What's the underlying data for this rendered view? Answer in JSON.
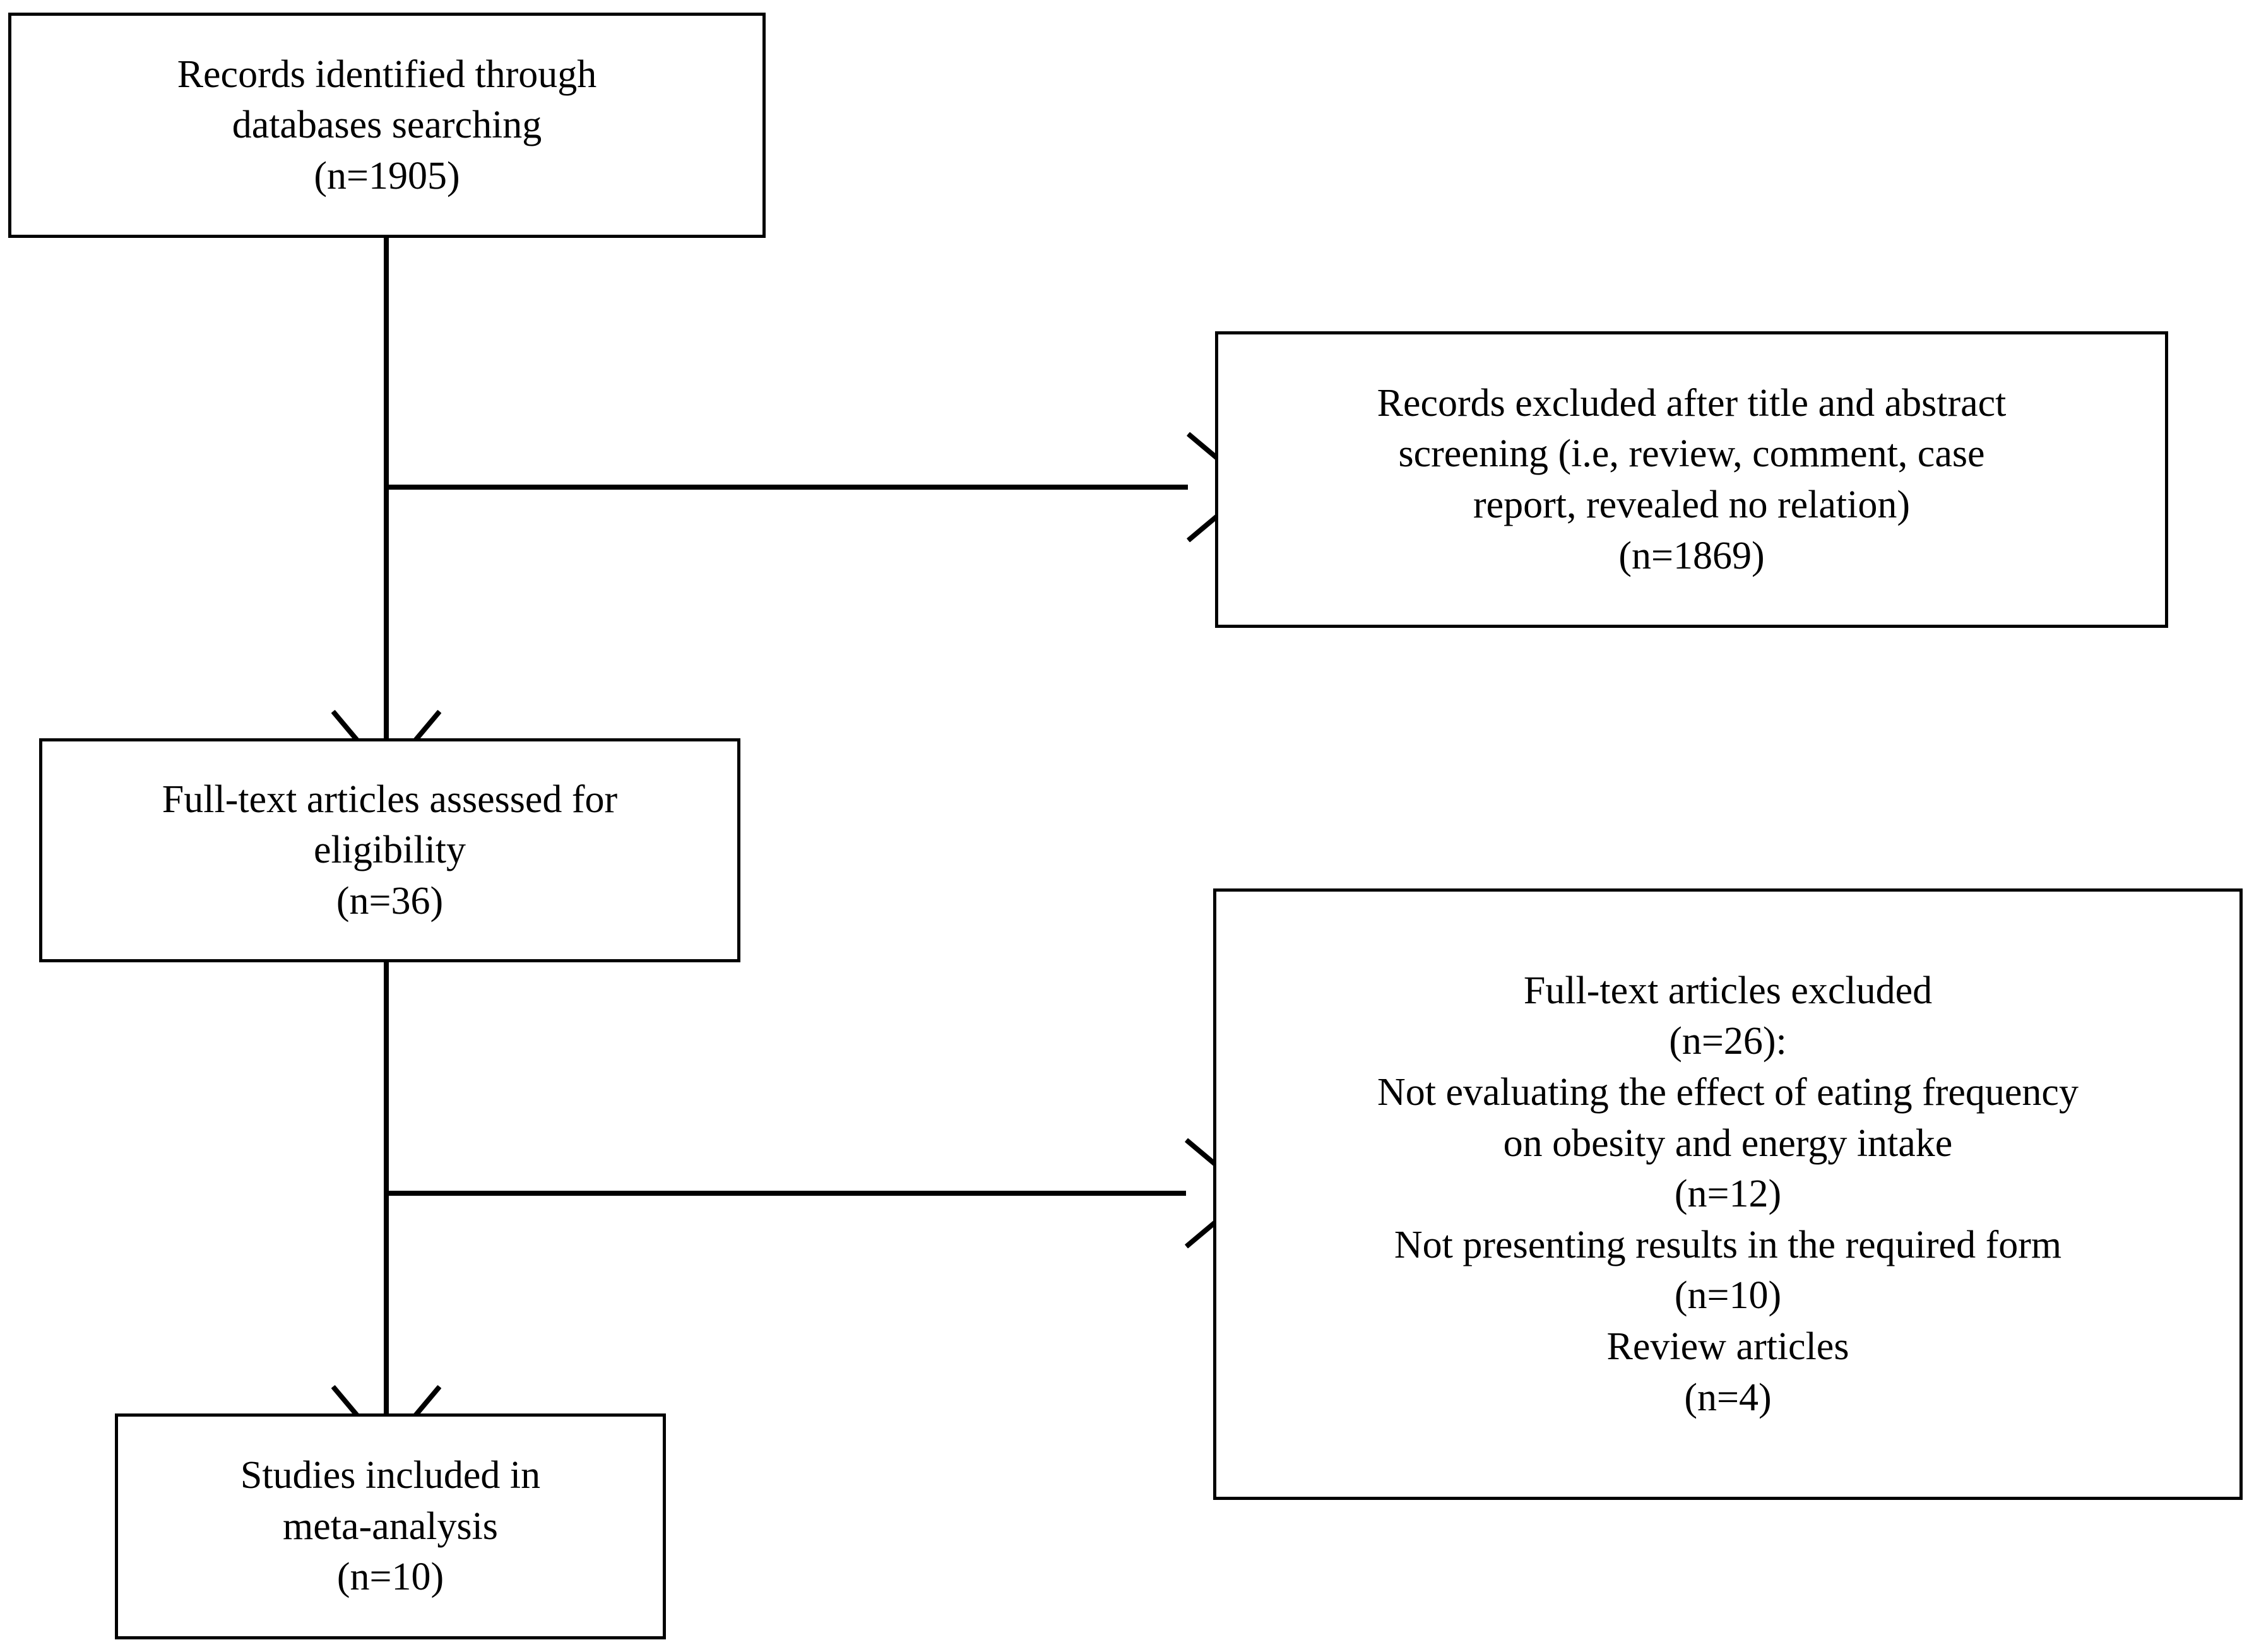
{
  "diagram": {
    "type": "prisma-flow-diagram",
    "title": "PRISMA study selection flow diagram",
    "line_color": "#000000",
    "box_fill": "#ffffff",
    "nodes": [
      {
        "id": "identified",
        "lines": [
          "Records identified through",
          "databases searching",
          "(n=1905)"
        ]
      },
      {
        "id": "excluded_title_abstract",
        "lines": [
          "Records excluded after title and abstract",
          "screening (i.e, review, comment, case",
          "report, revealed no relation)",
          "(n=1869)"
        ]
      },
      {
        "id": "fulltext_assessed",
        "lines": [
          "Full-text articles assessed for",
          "eligibility",
          "(n=36)"
        ]
      },
      {
        "id": "excluded_fulltext",
        "lines": [
          "Full-text articles excluded",
          "(n=26):",
          "Not evaluating the effect of eating frequency",
          "on obesity and energy intake",
          "(n=12)",
          "Not presenting results in the required form",
          "(n=10)",
          "Review articles",
          "(n=4)"
        ]
      },
      {
        "id": "included",
        "lines": [
          "Studies included in",
          "meta-analysis",
          "(n=10)"
        ]
      }
    ],
    "counts": {
      "identified": 1905,
      "excluded_title_abstract": 1869,
      "fulltext_assessed": 36,
      "excluded_fulltext_total": 26,
      "excluded_not_evaluating_effect": 12,
      "excluded_not_required_form": 10,
      "excluded_review_articles": 4,
      "included_in_meta_analysis": 10
    },
    "edges": [
      {
        "id": "identified-to-fulltext",
        "from": "identified",
        "to": "fulltext_assessed",
        "direction": "down"
      },
      {
        "id": "identified-to-excluded-ta",
        "from": "identified",
        "to": "excluded_title_abstract",
        "direction": "right"
      },
      {
        "id": "fulltext-to-included",
        "from": "fulltext_assessed",
        "to": "included",
        "direction": "down"
      },
      {
        "id": "fulltext-to-excluded-ft",
        "from": "fulltext_assessed",
        "to": "excluded_fulltext",
        "direction": "right"
      }
    ]
  }
}
